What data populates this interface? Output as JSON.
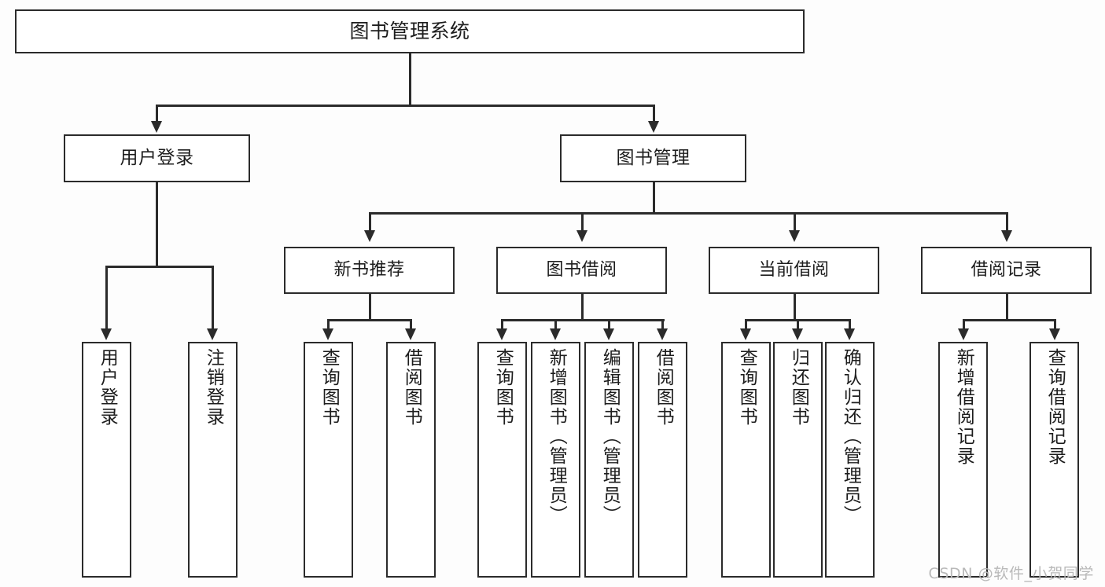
{
  "diagram": {
    "title": "图书管理系统",
    "type": "tree",
    "watermark": "CSDN @软件_小贺同学",
    "colors": {
      "stroke": "#2b2b2b",
      "fill": "#ffffff",
      "background": "#fdfdfd",
      "text": "#1d1d1d",
      "watermark": "#b9b9b9"
    },
    "root": {
      "label": "图书管理系统"
    },
    "level1": [
      {
        "label": "用户登录"
      },
      {
        "label": "图书管理"
      }
    ],
    "level2": [
      {
        "label": "新书推荐"
      },
      {
        "label": "图书借阅"
      },
      {
        "label": "当前借阅"
      },
      {
        "label": "借阅记录"
      }
    ],
    "leaves": {
      "user_login": [
        {
          "label": "用户登录"
        },
        {
          "label": "注销登录"
        }
      ],
      "new_book_recommend": [
        {
          "label": "查询图书"
        },
        {
          "label": "借阅图书"
        }
      ],
      "book_borrow": [
        {
          "label": "查询图书"
        },
        {
          "label": "新增图书（管理员）"
        },
        {
          "label": "编辑图书（管理员）"
        },
        {
          "label": "借阅图书"
        }
      ],
      "current_borrow": [
        {
          "label": "查询图书"
        },
        {
          "label": "归还图书"
        },
        {
          "label": "确认归还（管理员）"
        }
      ],
      "borrow_record": [
        {
          "label": "新增借阅记录"
        },
        {
          "label": "查询借阅记录"
        }
      ]
    }
  }
}
